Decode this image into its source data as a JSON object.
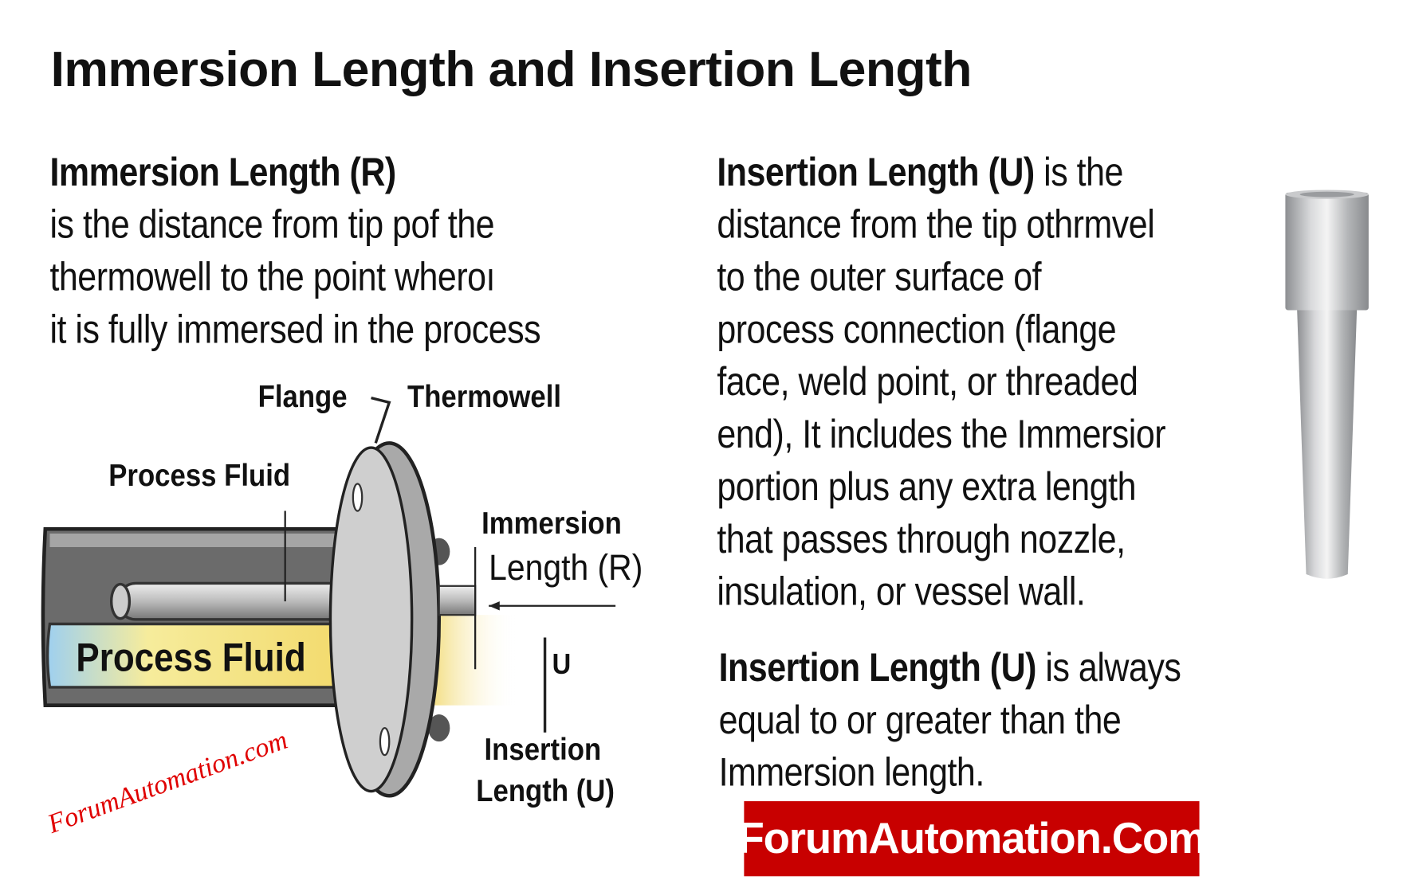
{
  "title": "Immersion Length and Insertion Length",
  "left": {
    "heading": "Immersion Length (R)",
    "lines": [
      "is the distance from tip pof the",
      "thermowell to the point wheroı",
      "it is fully immersed in the process"
    ]
  },
  "right": {
    "heading": "Insertion Length (U)",
    "heading_suffix": " is the",
    "lines": [
      "distance from the tip othrmvel",
      "to the outer surface of",
      "process connection (flange",
      "face, weld point, or threaded",
      "end), It includes the Immersior",
      "portion plus any extra length",
      "that passes through nozzle,",
      "insulation, or vessel wall."
    ],
    "note_heading": "Insertion Length (U)",
    "note_suffix": " is always",
    "note_lines": [
      "equal to or greater than the",
      "Immersion length."
    ]
  },
  "diagram": {
    "flange_label": "Flange",
    "thermowell_label": "Thermowell",
    "process_fluid_label": "Process Fluid",
    "process_fluid_inner": "Process Fluid",
    "immersion_label_1": "Immersion",
    "immersion_label_2": "Length (R)",
    "u_label": "U",
    "insertion_label_1": "Insertion",
    "insertion_label_2": "Length (U)"
  },
  "watermark": "ForumAutomation.com",
  "brand": "ForumAutomation.Com",
  "colors": {
    "brand": "#c80000",
    "watermark": "#e00000"
  }
}
